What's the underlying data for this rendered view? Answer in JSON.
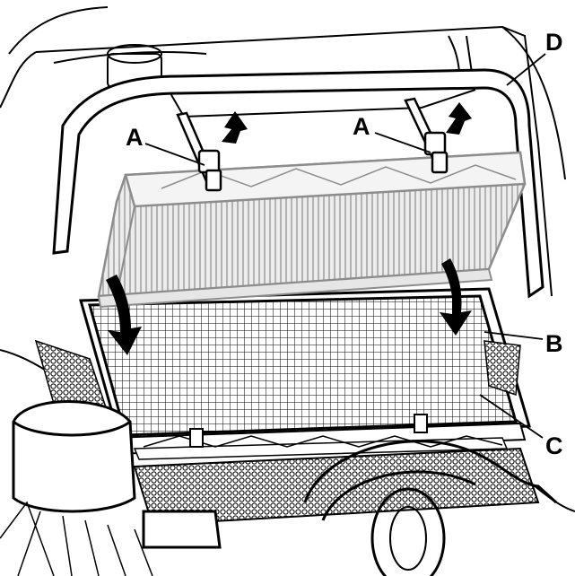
{
  "labels": {
    "a_left": "A",
    "a_right": "A",
    "b": "B",
    "c": "C",
    "d": "D"
  },
  "colors": {
    "line": "#000000",
    "filter_gray": "#8c8c8c",
    "filter_fill": "#d9d9d9",
    "arrow": "#000000",
    "background": "#ffffff"
  },
  "icons": {
    "lift_arrow": "arrow-up-icon",
    "swing_arrow": "curved-arrow-down-icon"
  }
}
